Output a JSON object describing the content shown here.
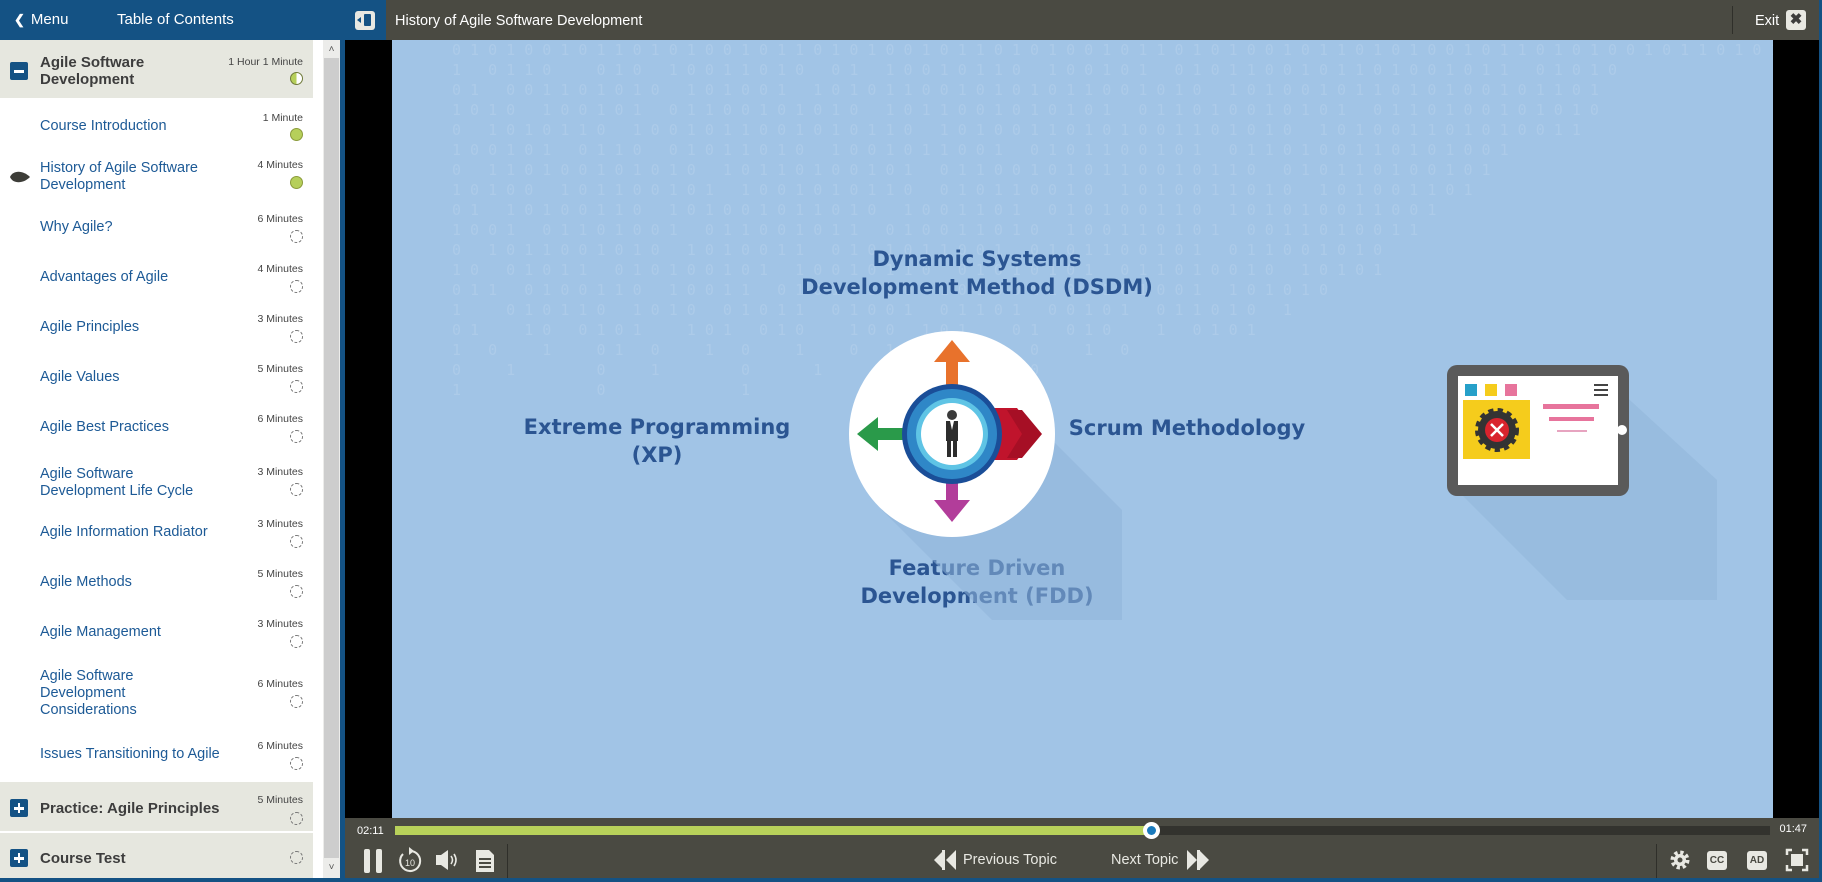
{
  "sidebar": {
    "menu_label": "Menu",
    "title": "Table of Contents",
    "sections": [
      {
        "title_line1": "Agile Software",
        "title_line2": "Development",
        "duration": "1 Hour 1 Minute",
        "status": "partial",
        "expanded": true,
        "items": [
          {
            "label1": "Course Introduction",
            "label2": "",
            "label3": "",
            "duration": "1 Minute",
            "status": "complete"
          },
          {
            "label1": "History of Agile Software",
            "label2": "Development",
            "label3": "",
            "duration": "4 Minutes",
            "status": "complete",
            "current": true
          },
          {
            "label1": "Why Agile?",
            "label2": "",
            "label3": "",
            "duration": "6 Minutes",
            "status": "not-started"
          },
          {
            "label1": "Advantages of Agile",
            "label2": "",
            "label3": "",
            "duration": "4 Minutes",
            "status": "not-started"
          },
          {
            "label1": "Agile Principles",
            "label2": "",
            "label3": "",
            "duration": "3 Minutes",
            "status": "not-started"
          },
          {
            "label1": "Agile Values",
            "label2": "",
            "label3": "",
            "duration": "5 Minutes",
            "status": "not-started"
          },
          {
            "label1": "Agile Best Practices",
            "label2": "",
            "label3": "",
            "duration": "6 Minutes",
            "status": "not-started"
          },
          {
            "label1": "Agile Software",
            "label2": "Development Life Cycle",
            "label3": "",
            "duration": "3 Minutes",
            "status": "not-started"
          },
          {
            "label1": "Agile Information Radiator",
            "label2": "",
            "label3": "",
            "duration": "3 Minutes",
            "status": "not-started"
          },
          {
            "label1": "Agile Methods",
            "label2": "",
            "label3": "",
            "duration": "5 Minutes",
            "status": "not-started"
          },
          {
            "label1": "Agile Management",
            "label2": "",
            "label3": "",
            "duration": "3 Minutes",
            "status": "not-started"
          },
          {
            "label1": "Agile Software",
            "label2": "Development",
            "label3": "Considerations",
            "duration": "6 Minutes",
            "status": "not-started"
          },
          {
            "label1": "Issues Transitioning to Agile",
            "label2": "",
            "label3": "",
            "duration": "6 Minutes",
            "status": "not-started"
          }
        ]
      },
      {
        "title_line1": "Practice: Agile Principles",
        "duration": "5 Minutes",
        "status": "not-started",
        "expanded": false
      },
      {
        "title_line1": "Course Test",
        "duration": "",
        "status": "not-started",
        "expanded": false
      }
    ]
  },
  "player": {
    "title": "History of Agile Software Development",
    "exit_label": "Exit",
    "slide": {
      "top_label_1": "Dynamic Systems",
      "top_label_2": "Development Method (DSDM)",
      "left_label_1": "Extreme Programming",
      "left_label_2": "(XP)",
      "right_label": "Scrum  Methodology",
      "bottom_label_1": "Feature Driven",
      "bottom_label_2": "Development (FDD)",
      "colors": {
        "background": "#a1c4e6",
        "text": "#2b5592",
        "arrow_up": "#e8722c",
        "arrow_left": "#2a9a4a",
        "arrow_right": "#c0142c",
        "arrow_down": "#b23d9a"
      }
    },
    "elapsed": "02:11",
    "remaining": "01:47",
    "progress_percent": 55,
    "controls": {
      "pause_icon": "pause-icon",
      "rewind_icon": "rewind-10-icon",
      "rewind_seconds": "10",
      "volume_icon": "volume-icon",
      "transcript_icon": "transcript-icon",
      "previous_label": "Previous Topic",
      "next_label": "Next Topic",
      "settings_icon": "gear-icon",
      "cc_label": "CC",
      "ad_label": "AD",
      "fullscreen_icon": "fullscreen-icon"
    },
    "colors": {
      "progress_fill": "#b8d15a",
      "knob": "#1b7bbd",
      "bar_bg": "#4a4a42",
      "brand": "#145284"
    }
  }
}
